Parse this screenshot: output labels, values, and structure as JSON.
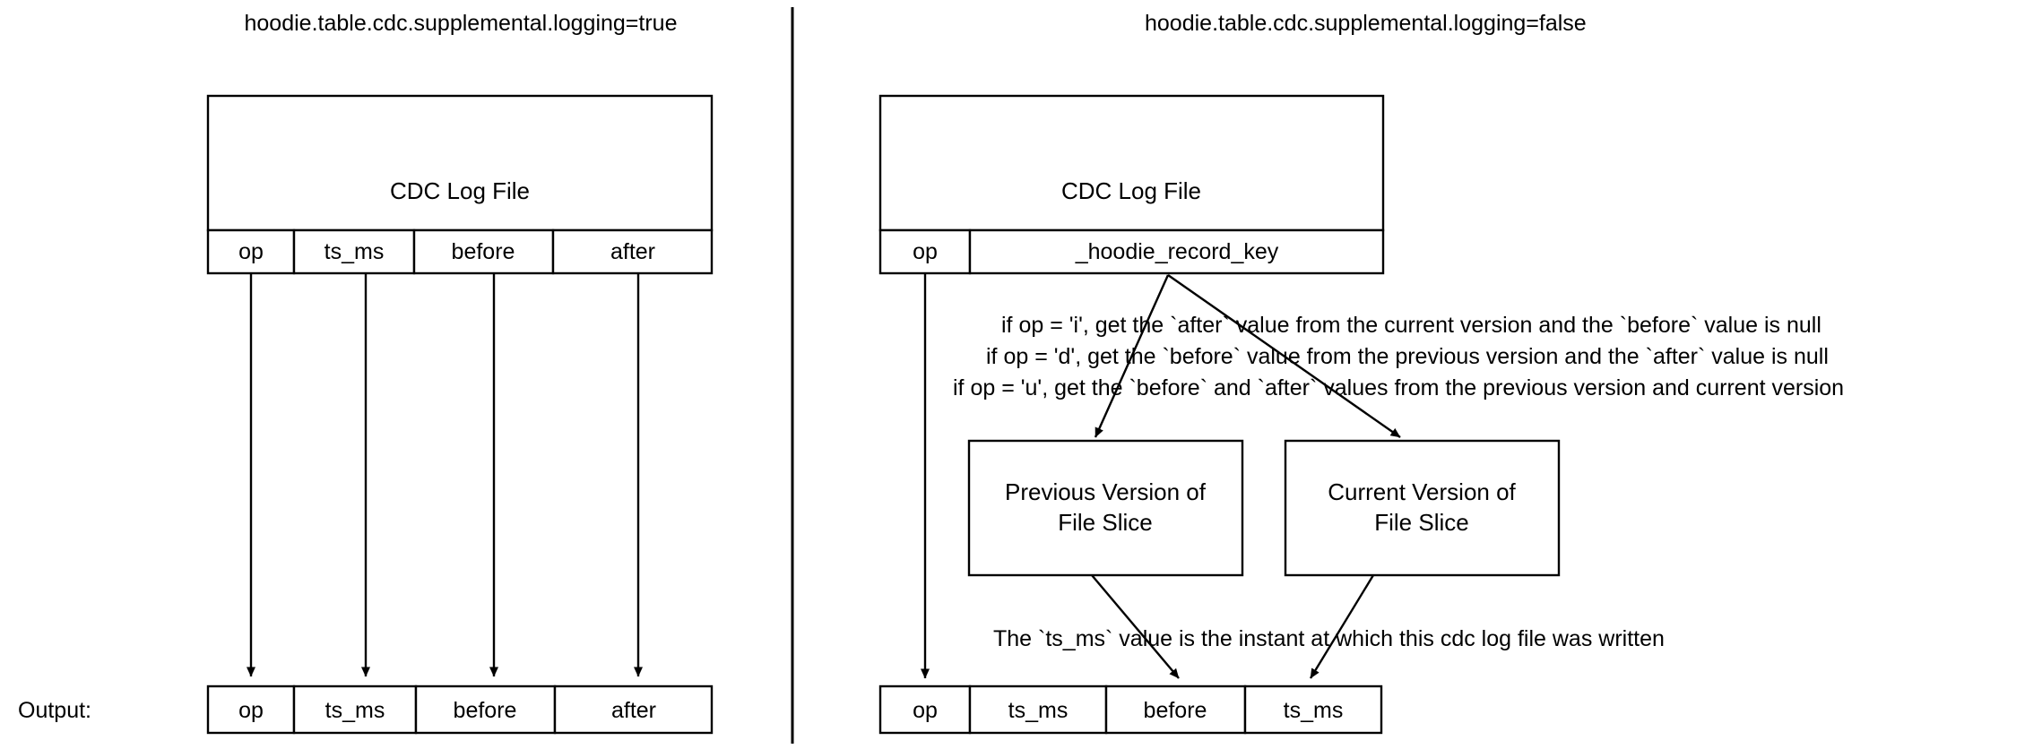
{
  "diagram": {
    "title_left": "hoodie.table.cdc.supplemental.logging=true",
    "title_right": "hoodie.table.cdc.supplemental.logging=false",
    "output_label": "Output:",
    "left_panel": {
      "log_file_box_label": "CDC Log File",
      "schema_columns": [
        "op",
        "ts_ms",
        "before",
        "after"
      ],
      "output_columns": [
        "op",
        "ts_ms",
        "before",
        "after"
      ]
    },
    "right_panel": {
      "log_file_box_label": "CDC Log File",
      "schema_columns": [
        "op",
        "_hoodie_record_key"
      ],
      "output_columns": [
        "op",
        "ts_ms",
        "before",
        "ts_ms"
      ],
      "version_boxes": [
        {
          "line1": "Previous Version of",
          "line2": "File Slice"
        },
        {
          "line1": "Current Version of",
          "line2": "File Slice"
        }
      ],
      "rules": [
        "if op = 'i', get the `after` value from the current version and the `before` value is null",
        "if op = 'd', get the `before` value from the previous version  and the `after` value is null",
        "if op = 'u', get the `before` and `after` values from the previous version and current version"
      ],
      "footnote": "The `ts_ms` value is the instant at which this cdc log file was written"
    }
  },
  "colors": {
    "background": "#ffffff",
    "stroke": "#000000",
    "text": "#000000"
  }
}
